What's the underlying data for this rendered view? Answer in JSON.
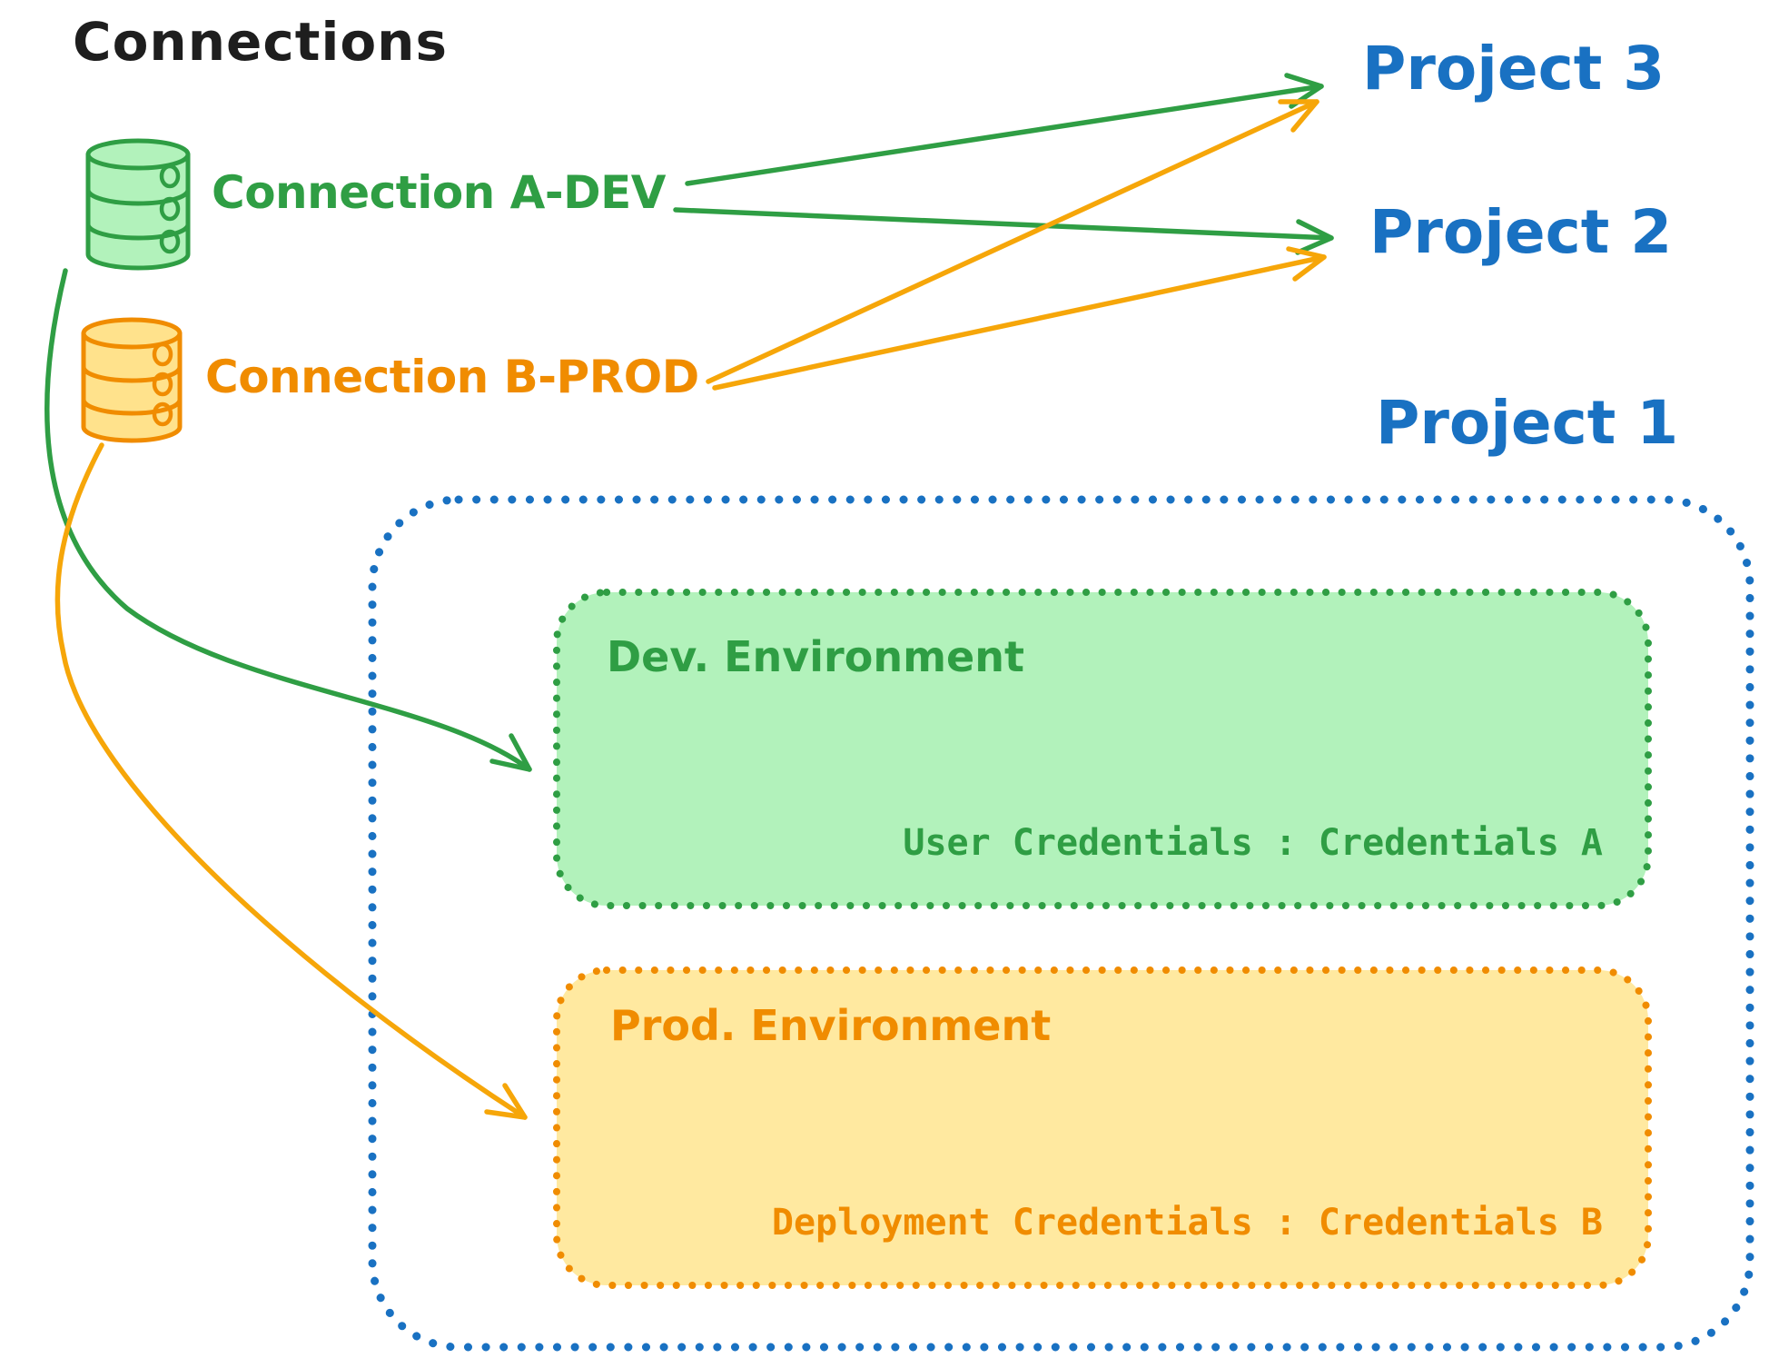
{
  "title": "Connections",
  "colors": {
    "ink": "#1e1e1e",
    "blue": "#1971c2",
    "green": "#2f9e44",
    "green_fill": "#b2f2bb",
    "green_db_fill": "#b2f2bb",
    "orange": "#f08c00",
    "orange_arrow": "#f6a609",
    "orange_fill": "#ffe9a0",
    "orange_db_fill": "#ffe28c",
    "background": "#ffffff"
  },
  "connections": [
    {
      "label": "Connection A-DEV",
      "icon": "database-cylinder-icon",
      "color": "green"
    },
    {
      "label": "Connection B-PROD",
      "icon": "database-cylinder-icon",
      "color": "orange"
    }
  ],
  "projects": [
    {
      "label": "Project 3"
    },
    {
      "label": "Project 2"
    },
    {
      "label": "Project 1"
    }
  ],
  "project1_detail": {
    "dev_environment": {
      "label": "Dev. Environment",
      "credentials": "User Credentials : Credentials A"
    },
    "prod_environment": {
      "label": "Prod. Environment",
      "credentials": "Deployment Credentials : Credentials B"
    }
  },
  "edges": [
    {
      "from": "Connection A-DEV",
      "to": "Project 3",
      "color": "green"
    },
    {
      "from": "Connection A-DEV",
      "to": "Project 2",
      "color": "green"
    },
    {
      "from": "Connection B-PROD",
      "to": "Project 3",
      "color": "orange"
    },
    {
      "from": "Connection B-PROD",
      "to": "Project 2",
      "color": "orange"
    },
    {
      "from": "Connection A-DEV",
      "to": "Dev. Environment (Project 1)",
      "color": "green"
    },
    {
      "from": "Connection B-PROD",
      "to": "Prod. Environment (Project 1)",
      "color": "orange"
    }
  ]
}
